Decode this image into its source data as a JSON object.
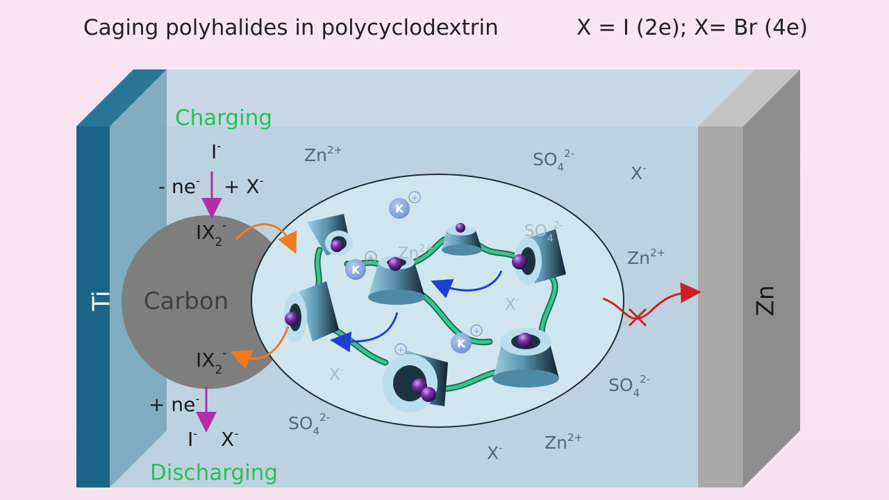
{
  "header": {
    "title": "Caging polyhalides in polycyclodextrin",
    "formula": "X = I (2e); X= Br (4e)"
  },
  "electrodes": {
    "left": "Ti",
    "right": "Zn",
    "carbon": "Carbon"
  },
  "process": {
    "charging": "Charging",
    "discharging": "Discharging",
    "charge_reactant": "I",
    "charge_reactant_sup": "-",
    "charge_step": "- ne",
    "charge_step_sup": "-",
    "charge_add": "+ X",
    "charge_add_sup": "-",
    "product_top": "IX",
    "product_top_sub": "2",
    "product_top_sup": "-",
    "product_bottom": "IX",
    "product_bottom_sub": "2",
    "product_bottom_sup": "-",
    "discharge_step": "+ ne",
    "discharge_step_sup": "-",
    "discharge_out1": "I",
    "discharge_out1_sup": "-",
    "discharge_out2": "X",
    "discharge_out2_sup": "-"
  },
  "ions": {
    "zn": "Zn",
    "zn_charge": "2+",
    "so4": "SO",
    "so4_sub": "4",
    "so4_charge": "2-",
    "x": "X",
    "x_charge": "-",
    "k": "K",
    "k_charge": "+"
  },
  "colors": {
    "green_label": "#2dbb5c",
    "ti_blue": "#1c6485",
    "zn_gray": "#8d8d8d",
    "carbon_gray": "#7e7e7e",
    "electrolyte": "#bcd3e0",
    "cage": "#5e9ab6",
    "iodine": "#6e2a92",
    "polymer": "#2fa377",
    "arrow_purple": "#b02fa6",
    "arrow_orange": "#f07a1e",
    "arrow_blue": "#1f3fd0",
    "arrow_red": "#cc2020"
  }
}
